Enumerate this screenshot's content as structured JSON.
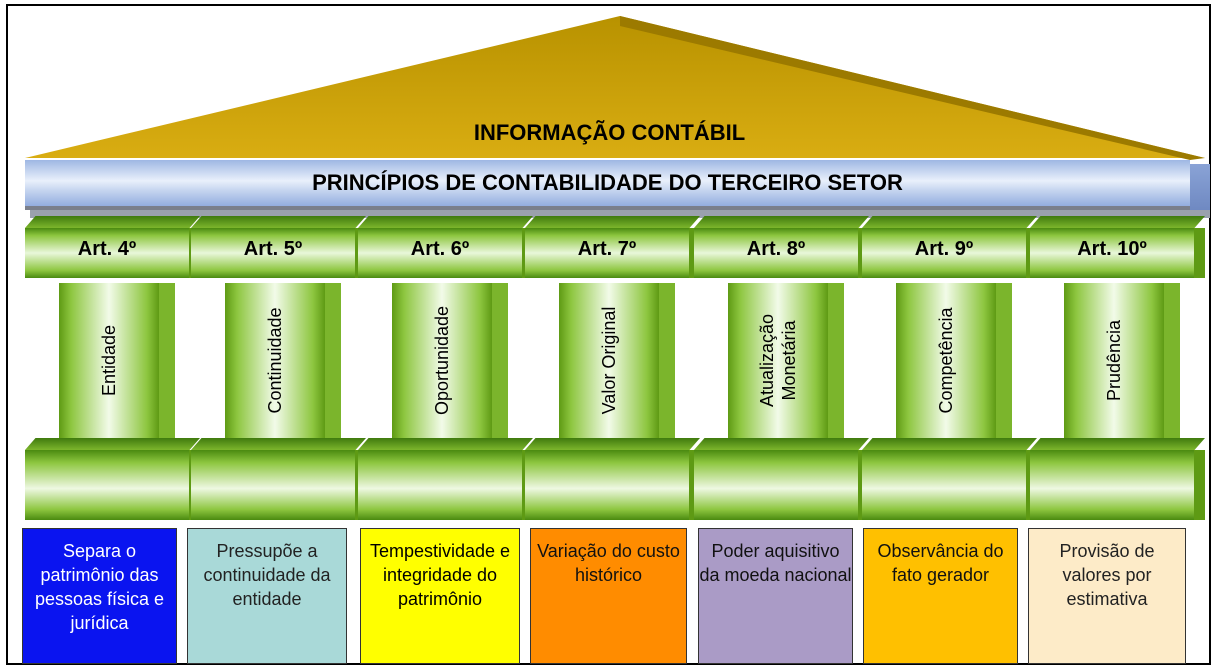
{
  "roof": {
    "title": "INFORMAÇÃO CONTÁBIL",
    "color": "#c9a000"
  },
  "beam": {
    "title": "PRINCÍPIOS DE CONTABILIDADE DO TERCEIRO SETOR"
  },
  "pillars": [
    {
      "article": "Art. 4º",
      "principle": "Entidade",
      "description": "Separa o patrimônio das pessoas física e jurídica",
      "box_color": "#0a14f0",
      "text_color": "#ffffff"
    },
    {
      "article": "Art. 5º",
      "principle": "Continuidade",
      "description": "Pressupõe a continuidade da entidade",
      "box_color": "#a9d9d8",
      "text_color": "#222222"
    },
    {
      "article": "Art. 6º",
      "principle": "Oportunidade",
      "description": "Tempestividade e integridade do patrimônio",
      "box_color": "#ffff00",
      "text_color": "#000000"
    },
    {
      "article": "Art. 7º",
      "principle": "Valor Original",
      "description": "Variação do custo histórico",
      "box_color": "#ff8c00",
      "text_color": "#111111"
    },
    {
      "article": "Art. 8º",
      "principle": "Atualização Monetária",
      "description": "Poder aquisitivo da moeda nacional",
      "box_color": "#aa9bc6",
      "text_color": "#111111"
    },
    {
      "article": "Art. 9º",
      "principle": "Competência",
      "description": "Observância do fato gerador",
      "box_color": "#ffc000",
      "text_color": "#111111"
    },
    {
      "article": "Art. 10º",
      "principle": "Prudência",
      "description": "Provisão de valores por estimativa",
      "box_color": "#fdebc8",
      "text_color": "#222222"
    }
  ]
}
